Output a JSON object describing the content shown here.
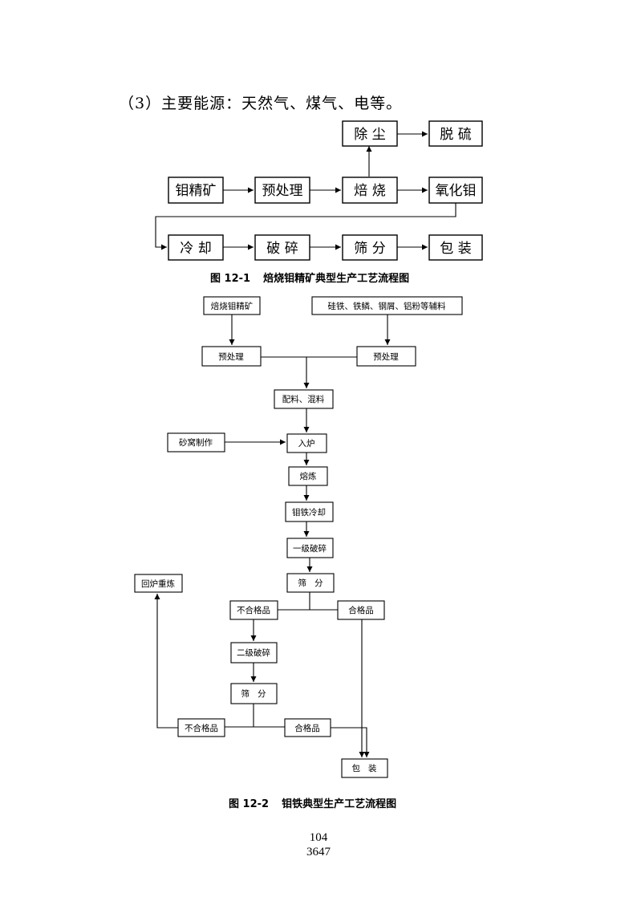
{
  "heading": "（3）主要能源：天然气、煤气、电等。",
  "fig1": {
    "nodes": {
      "dust": "除 尘",
      "desulf": "脱 硫",
      "ore": "钼精矿",
      "pre": "预处理",
      "roast": "焙 烧",
      "oxide": "氧化钼",
      "cool": "冷 却",
      "crush": "破 碎",
      "sieve": "筛 分",
      "pack": "包 装"
    },
    "caption_num": "图 12-1",
    "caption_title": "焙烧钼精矿典型生产工艺流程图"
  },
  "fig2": {
    "nodes": {
      "roasted_ore": "焙烧钼精矿",
      "aux": "硅铁、铁鳞、钢屑、铝粉等辅料",
      "pre_left": "预处理",
      "pre_right": "预处理",
      "mix": "配料、混料",
      "sand": "砂窝制作",
      "charge": "入炉",
      "smelt": "熔炼",
      "fe_cool": "钼铁冷却",
      "crush1": "一级破碎",
      "sieve1": "筛   分",
      "remelt": "回炉重炼",
      "reject1": "不合格品",
      "pass1": "合格品",
      "crush2": "二级破碎",
      "sieve2": "筛   分",
      "reject2": "不合格品",
      "pass2": "合格品",
      "pack": "包   装"
    },
    "caption_num": "图 12-2",
    "caption_title": "钼铁典型生产工艺流程图"
  },
  "page_number": "104",
  "doc_number": "3647"
}
